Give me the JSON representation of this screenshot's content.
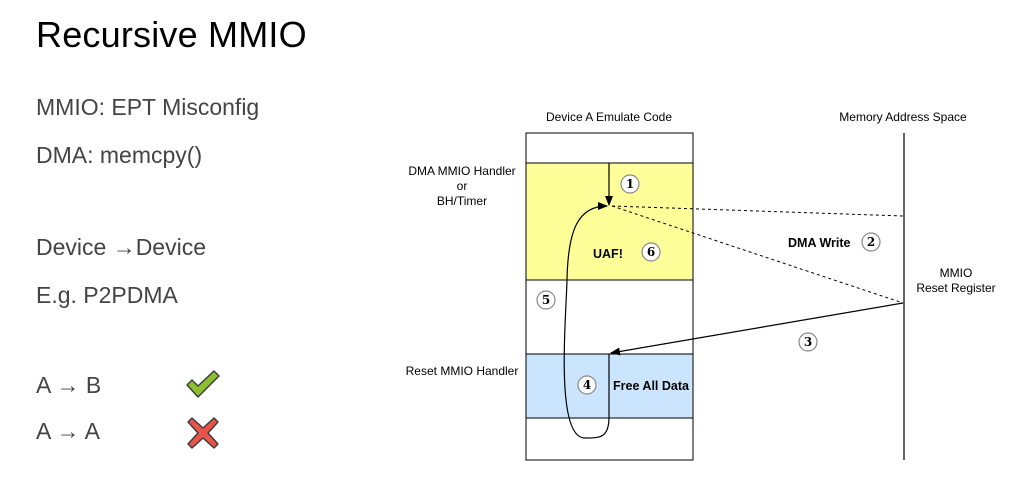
{
  "slide": {
    "title": "Recursive MMIO",
    "bullets": [
      "MMIO: EPT Misconfig",
      "DMA: memcpy()",
      "Device →Device",
      "E.g. P2PDMA",
      "A → B",
      "A → A"
    ],
    "marks": [
      {
        "icon": "checkmark-icon",
        "color": "#8bbf2f"
      },
      {
        "icon": "cross-icon",
        "color": "#e8544a"
      }
    ]
  },
  "diagram": {
    "column_headers": {
      "device": "Device A Emulate Code",
      "memory": "Memory Address Space"
    },
    "dma_handler_label": [
      "DMA MMIO Handler",
      "or",
      "BH/Timer"
    ],
    "reset_handler_label": "Reset MMIO Handler",
    "mmio_register_label": [
      "MMIO",
      "Reset Register"
    ],
    "uaf_label": "UAF!",
    "free_label": "Free All Data",
    "dma_write_label": "DMA Write",
    "steps": [
      "1",
      "2",
      "3",
      "4",
      "5",
      "6"
    ],
    "colors": {
      "dma_block": "#ffff99",
      "reset_block": "#cce5ff",
      "stroke": "#000000"
    }
  }
}
